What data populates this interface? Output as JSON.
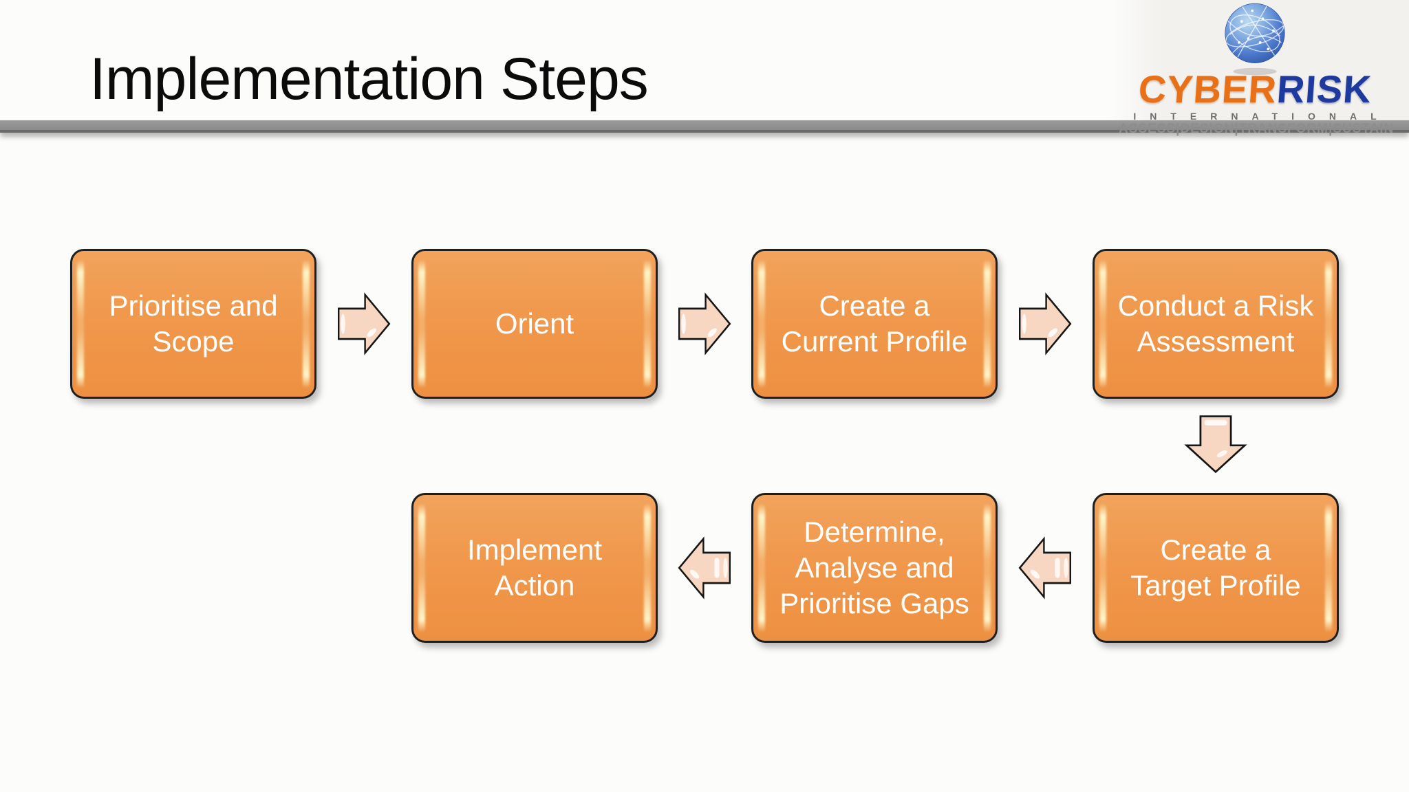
{
  "title": "Implementation Steps",
  "logo": {
    "brand_cyber": "CYBER",
    "brand_risk": "RISK",
    "international": "INTERNATIONAL",
    "tagline": "ASSESS|DESIGN|TRANSFORM|SUSTAIN"
  },
  "diagram": {
    "steps": [
      {
        "label": "Prioritise and\nScope"
      },
      {
        "label": "Orient"
      },
      {
        "label": "Create a\nCurrent Profile"
      },
      {
        "label": "Conduct a Risk\nAssessment"
      },
      {
        "label": "Create a\nTarget Profile"
      },
      {
        "label": "Determine,\nAnalyse and\nPrioritise Gaps"
      },
      {
        "label": "Implement\nAction"
      }
    ]
  },
  "colors": {
    "step_fill": "#F0984C",
    "step_border": "#1E1E1E",
    "step_text": "#FFFFFF",
    "arrow_fill": "#F7D6C2",
    "arrow_border": "#151515",
    "divider_gray": "#8E8E8E",
    "brand_orange": "#E87118",
    "brand_blue": "#1F3A9E",
    "title_text": "#0B0B0B"
  }
}
